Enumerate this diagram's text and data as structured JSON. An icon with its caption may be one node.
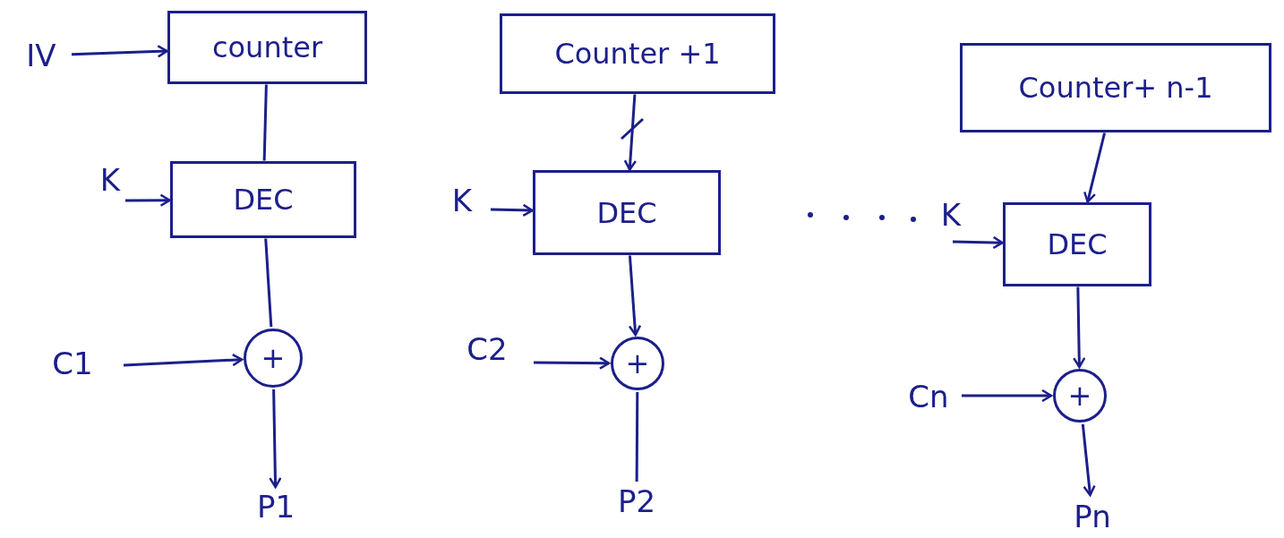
{
  "diagram": {
    "nodes": [
      {
        "text": [
          "IV"
        ]
      },
      {
        "text": [
          "counter"
        ]
      },
      {
        "text": [
          "K"
        ]
      },
      {
        "text": [
          "DEC"
        ]
      },
      {
        "text": [
          "C1"
        ]
      },
      {
        "text": [
          "+"
        ]
      },
      {
        "text": [
          "P1"
        ]
      },
      {
        "text": [
          "Counter +1"
        ]
      },
      {
        "text": [
          "K"
        ]
      },
      {
        "text": [
          "DEC"
        ]
      },
      {
        "text": [
          "C2"
        ]
      },
      {
        "text": [
          "+"
        ]
      },
      {
        "text": [
          "P2"
        ]
      },
      {
        "text": [
          "Counter+ n-1"
        ]
      },
      {
        "text": [
          "K"
        ]
      },
      {
        "text": [
          "DEC"
        ]
      },
      {
        "text": [
          "Cn"
        ]
      },
      {
        "text": [
          "+"
        ]
      },
      {
        "text": [
          "Pn"
        ]
      }
    ],
    "edges": [
      {
        "from": 0,
        "to": 1,
        "arrow": "to"
      },
      {
        "from": 1,
        "to": 3,
        "arrow": "none"
      },
      {
        "from": 2,
        "to": 3,
        "arrow": "to"
      },
      {
        "from": 3,
        "to": 5,
        "arrow": "none"
      },
      {
        "from": 4,
        "to": 5,
        "arrow": "to"
      },
      {
        "from": 5,
        "to": 6,
        "arrow": "to"
      },
      {
        "from": 7,
        "to": 9,
        "arrow": "to"
      },
      {
        "from": 8,
        "to": 9,
        "arrow": "to"
      },
      {
        "from": 9,
        "to": 11,
        "arrow": "to"
      },
      {
        "from": 10,
        "to": 11,
        "arrow": "to"
      },
      {
        "from": 11,
        "to": 12,
        "arrow": "none"
      },
      {
        "from": 13,
        "to": 15,
        "arrow": "to"
      },
      {
        "from": 14,
        "to": 15,
        "arrow": "to"
      },
      {
        "from": 15,
        "to": 17,
        "arrow": "to"
      },
      {
        "from": 16,
        "to": 17,
        "arrow": "to"
      },
      {
        "from": 17,
        "to": 18,
        "arrow": "to"
      }
    ]
  }
}
